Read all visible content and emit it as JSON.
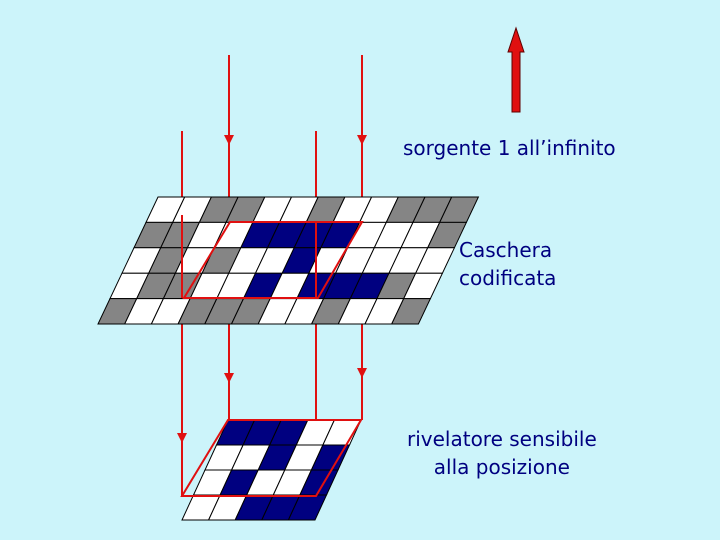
{
  "labels": {
    "source": "sorgente 1 all’infinito",
    "mask": [
      "Caschera",
      "codificata"
    ],
    "detector": [
      "rivelatore sensibile",
      "alla posizione"
    ]
  },
  "colors": {
    "background": "#ccf4fa",
    "text": "#000080",
    "ray": "#e01010",
    "cell_dark": "#000080",
    "cell_gray": "#858585",
    "cell_white": "#ffffff",
    "grid": "#000000"
  },
  "mask_pattern": [
    "..GG..G..GGG.",
    "GG..NNNN...G",
    ".G.G..N....",
    ".GG..N.NNNG",
    "G..GGG..G..G"
  ],
  "detector_pattern": [
    "NNN..",
    "..N.N",
    ".N..N",
    "..NNN"
  ],
  "icons": [
    "arrow-up-icon"
  ]
}
